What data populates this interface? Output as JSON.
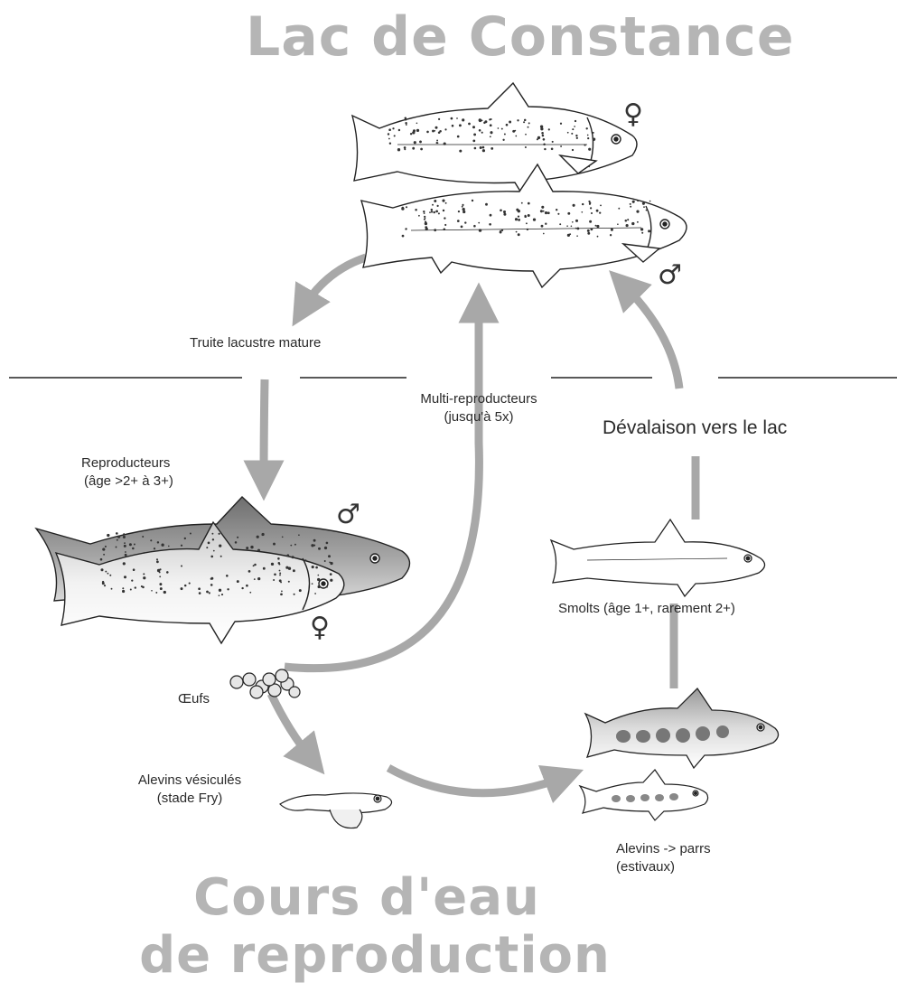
{
  "title": "Lac de Constance",
  "bottom_title_line1": "Cours d'eau",
  "bottom_title_line2": "de reproduction",
  "labels": {
    "mature": "Truite lacustre mature",
    "multi_line1": "Multi-reproducteurs",
    "multi_line2": "(jusqu'à 5x)",
    "devalaison": "Dévalaison vers le lac",
    "reproducteurs_line1": "Reproducteurs",
    "reproducteurs_line2": "(âge >2+ à 3+)",
    "smolts": "Smolts (âge 1+, rarement 2+)",
    "oeufs": "Œufs",
    "alevins_vesicules_line1": "Alevins vésiculés",
    "alevins_vesicules_line2": "(stade Fry)",
    "parrs_line1": "Alevins -> parrs",
    "parrs_line2": "(estivaux)"
  },
  "symbols": {
    "female": "♀",
    "male": "♂"
  },
  "colors": {
    "title_gray": "#b5b5b5",
    "arrow_gray": "#a8a8a8",
    "line": "#222222",
    "fish_fill": "#ffffff",
    "fish_dark": "#8a8a8a"
  }
}
